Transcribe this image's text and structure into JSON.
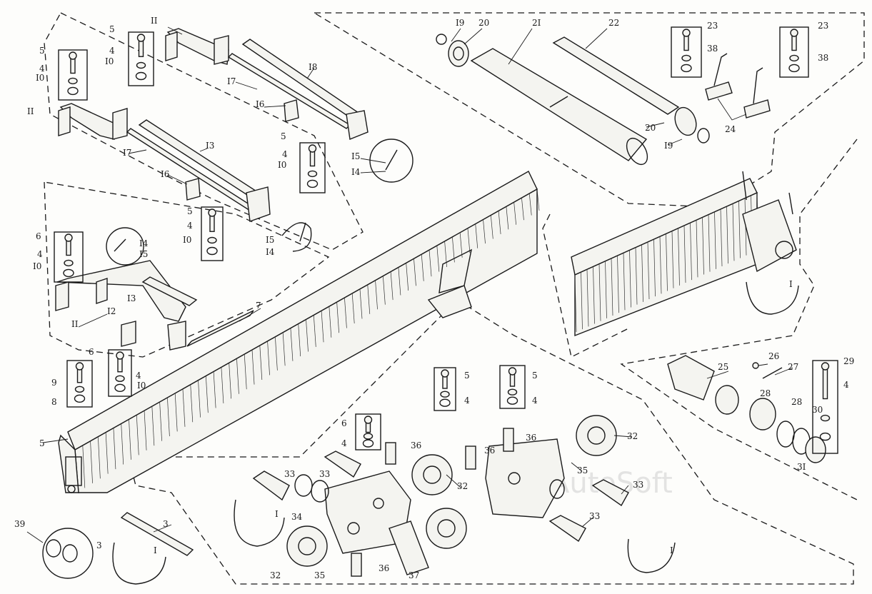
{
  "watermark": "AutoSoft",
  "labels": [
    {
      "id": "l19a",
      "text": "I9"
    },
    {
      "id": "l20a",
      "text": "20"
    },
    {
      "id": "l21",
      "text": "2I"
    },
    {
      "id": "l22",
      "text": "22"
    },
    {
      "id": "l20b",
      "text": "20"
    },
    {
      "id": "l19b",
      "text": "I9"
    },
    {
      "id": "l23a",
      "text": "23"
    },
    {
      "id": "l38a",
      "text": "38"
    },
    {
      "id": "l24",
      "text": "24"
    },
    {
      "id": "l23b",
      "text": "23"
    },
    {
      "id": "l38b",
      "text": "38"
    },
    {
      "id": "l5a",
      "text": "5"
    },
    {
      "id": "l4a",
      "text": "4"
    },
    {
      "id": "l10a",
      "text": "I0"
    },
    {
      "id": "l11a",
      "text": "II"
    },
    {
      "id": "l18",
      "text": "I8"
    },
    {
      "id": "l17a",
      "text": "I7"
    },
    {
      "id": "l16a",
      "text": "I6"
    },
    {
      "id": "l5b",
      "text": "5"
    },
    {
      "id": "l4b",
      "text": "4"
    },
    {
      "id": "l10b",
      "text": "I0"
    },
    {
      "id": "l11b",
      "text": "II"
    },
    {
      "id": "l17b",
      "text": "I7"
    },
    {
      "id": "l13a",
      "text": "I3"
    },
    {
      "id": "l16b",
      "text": "I6"
    },
    {
      "id": "l5c",
      "text": "5"
    },
    {
      "id": "l4c",
      "text": "4"
    },
    {
      "id": "l10c",
      "text": "I0"
    },
    {
      "id": "l15a",
      "text": "I5"
    },
    {
      "id": "l14a",
      "text": "I4"
    },
    {
      "id": "l5d",
      "text": "5"
    },
    {
      "id": "l4d",
      "text": "4"
    },
    {
      "id": "l10d",
      "text": "I0"
    },
    {
      "id": "l15b",
      "text": "I5"
    },
    {
      "id": "l14b",
      "text": "I4"
    },
    {
      "id": "l6a",
      "text": "6"
    },
    {
      "id": "l4e",
      "text": "4"
    },
    {
      "id": "l10e",
      "text": "I0"
    },
    {
      "id": "l14c",
      "text": "I4"
    },
    {
      "id": "l15c",
      "text": "I5"
    },
    {
      "id": "l13b",
      "text": "I3"
    },
    {
      "id": "l12",
      "text": "I2"
    },
    {
      "id": "l11c",
      "text": "II"
    },
    {
      "id": "l7",
      "text": "7"
    },
    {
      "id": "l6b",
      "text": "6"
    },
    {
      "id": "l4f",
      "text": "4"
    },
    {
      "id": "l10f",
      "text": "I0"
    },
    {
      "id": "l9",
      "text": "9"
    },
    {
      "id": "l8",
      "text": "8"
    },
    {
      "id": "l5e",
      "text": "5"
    },
    {
      "id": "lIa",
      "text": "I"
    },
    {
      "id": "l25",
      "text": "25"
    },
    {
      "id": "l26",
      "text": "26"
    },
    {
      "id": "l27",
      "text": "27"
    },
    {
      "id": "l29",
      "text": "29"
    },
    {
      "id": "l4g",
      "text": "4"
    },
    {
      "id": "l28a",
      "text": "28"
    },
    {
      "id": "l28b",
      "text": "28"
    },
    {
      "id": "l30",
      "text": "30"
    },
    {
      "id": "l31",
      "text": "3I"
    },
    {
      "id": "l5f",
      "text": "5"
    },
    {
      "id": "l4h",
      "text": "4"
    },
    {
      "id": "l5g",
      "text": "5"
    },
    {
      "id": "l4i",
      "text": "4"
    },
    {
      "id": "l32a",
      "text": "32"
    },
    {
      "id": "l6c",
      "text": "6"
    },
    {
      "id": "l4j",
      "text": "4"
    },
    {
      "id": "l36a",
      "text": "36"
    },
    {
      "id": "l36b",
      "text": "36"
    },
    {
      "id": "l36c",
      "text": "36"
    },
    {
      "id": "l33a",
      "text": "33"
    },
    {
      "id": "l33b",
      "text": "33"
    },
    {
      "id": "l32b",
      "text": "32"
    },
    {
      "id": "l35a",
      "text": "35"
    },
    {
      "id": "l33c",
      "text": "33"
    },
    {
      "id": "l33d",
      "text": "33"
    },
    {
      "id": "lIb",
      "text": "I"
    },
    {
      "id": "l34",
      "text": "34"
    },
    {
      "id": "l39",
      "text": "39"
    },
    {
      "id": "l3a",
      "text": "3"
    },
    {
      "id": "l3b",
      "text": "3"
    },
    {
      "id": "lIc",
      "text": "I"
    },
    {
      "id": "l32c",
      "text": "32"
    },
    {
      "id": "l35b",
      "text": "35"
    },
    {
      "id": "l36d",
      "text": "36"
    },
    {
      "id": "l37",
      "text": "37"
    },
    {
      "id": "lId",
      "text": "I"
    }
  ]
}
